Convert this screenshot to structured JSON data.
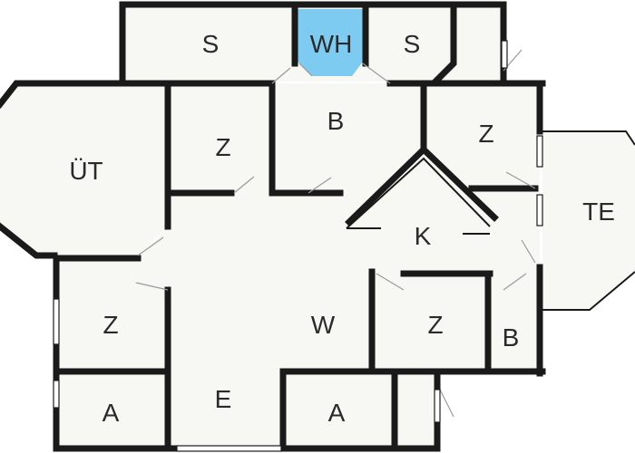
{
  "rooms": [
    {
      "id": "storage-1",
      "label": "S"
    },
    {
      "id": "utility",
      "label": "WH"
    },
    {
      "id": "storage-2",
      "label": "S"
    },
    {
      "id": "outdoor-terrace",
      "label": "ÜT"
    },
    {
      "id": "bedroom-1",
      "label": "Z"
    },
    {
      "id": "bath-1",
      "label": "B"
    },
    {
      "id": "bedroom-2",
      "label": "Z"
    },
    {
      "id": "terrace",
      "label": "TE"
    },
    {
      "id": "kitchen",
      "label": "K"
    },
    {
      "id": "bedroom-3",
      "label": "Z"
    },
    {
      "id": "living",
      "label": "W"
    },
    {
      "id": "bedroom-4",
      "label": "Z"
    },
    {
      "id": "bath-2",
      "label": "B"
    },
    {
      "id": "closet-1",
      "label": "A"
    },
    {
      "id": "entrance",
      "label": "E"
    },
    {
      "id": "closet-2",
      "label": "A"
    }
  ],
  "colors": {
    "wall": "#1a1a1a",
    "floor": "#f7f7f4",
    "utility_highlight": "#7ecbf2",
    "door_swing": "#9a9a9a"
  }
}
